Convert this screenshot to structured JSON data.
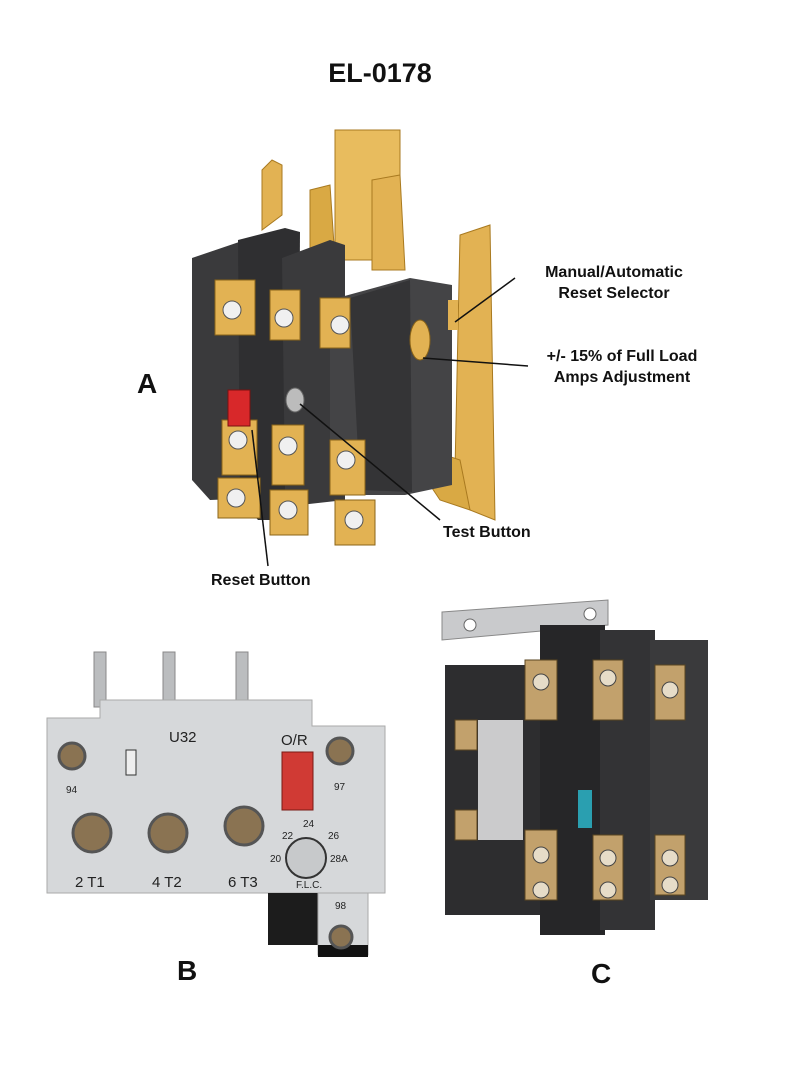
{
  "title": "EL-0178",
  "figures": {
    "a": {
      "letter": "A",
      "callouts": {
        "selector_line1": "Manual/Automatic",
        "selector_line2": "Reset Selector",
        "adjust_line1": "+/- 15% of Full Load",
        "adjust_line2": "Amps Adjustment",
        "test": "Test Button",
        "reset": "Reset Button"
      }
    },
    "b": {
      "letter": "B",
      "markings": {
        "model": "U32",
        "or": "O/R",
        "t94": "94",
        "t97": "97",
        "t98": "98",
        "t1": "2  T1",
        "t2": "4  T2",
        "t3": "6  T3",
        "flc": "F.L.C.",
        "d20": "20",
        "d22": "22",
        "d24": "24",
        "d26": "26",
        "d28": "28A"
      }
    },
    "c": {
      "letter": "C"
    }
  },
  "colors": {
    "brass": "#e2b253",
    "body": "#3a3a3c",
    "reset": "#d8282a",
    "gray_body": "#d6d8da",
    "teal": "#2a9fb0"
  }
}
